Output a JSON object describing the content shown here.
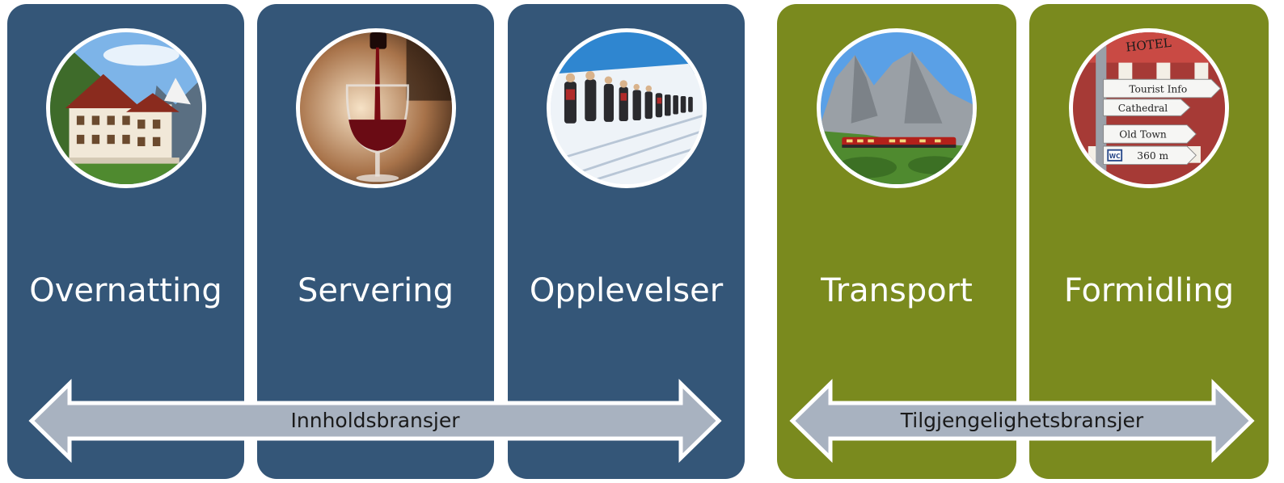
{
  "colors": {
    "content_panel": "#345678",
    "access_panel": "#7a8a1e",
    "arrow_fill": "#a8b2c0",
    "arrow_outline": "#ffffff"
  },
  "panels": [
    {
      "label": "Overnatting",
      "image": "hotel-photo",
      "group": "content"
    },
    {
      "label": "Servering",
      "image": "wine-glass-photo",
      "group": "content"
    },
    {
      "label": "Opplevelser",
      "image": "glacier-hikers-photo",
      "group": "content"
    },
    {
      "label": "Transport",
      "image": "mountain-train-photo",
      "group": "access"
    },
    {
      "label": "Formidling",
      "image": "signpost-photo",
      "group": "access"
    }
  ],
  "arrows": {
    "content": {
      "label": "Innholdsbransjer"
    },
    "access": {
      "label": "Tilgjengelighetsbransjer"
    }
  },
  "signpost": {
    "hotel": "HOTEL",
    "signs": [
      "Tourist Info",
      "Cathedral",
      "Old Town",
      "360 m"
    ],
    "wc": "WC"
  }
}
